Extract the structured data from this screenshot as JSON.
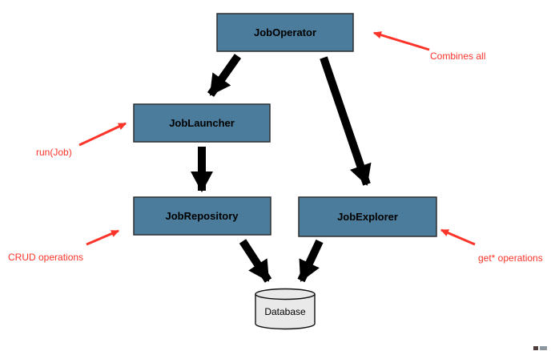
{
  "diagram": {
    "nodes": {
      "job_operator": "JobOperator",
      "job_launcher": "JobLauncher",
      "job_repository": "JobRepository",
      "job_explorer": "JobExplorer",
      "database": "Database"
    },
    "annotations": {
      "combines_all": "Combines all",
      "run_job": "run(Job)",
      "crud": "CRUD operations",
      "get_star": "get* operations"
    },
    "colors": {
      "background": "#ffffff",
      "node_fill": "#4b7c9b",
      "node_border": "#2f2f2f",
      "node_text": "#000000",
      "arrow": "#000000",
      "annotation": "#fc342a",
      "db_fill": "#e9e9e9",
      "db_border": "#111111"
    }
  }
}
